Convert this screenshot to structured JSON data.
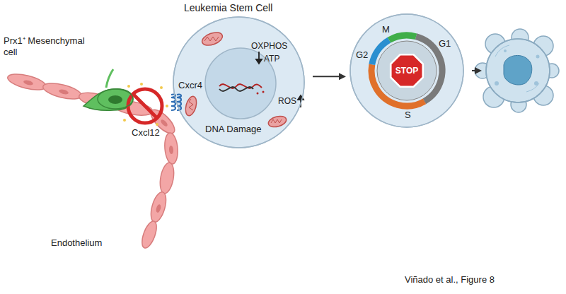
{
  "diagram": {
    "caption": "Viñado et al., Figure 8",
    "nodes": [
      {
        "text": [
          "Prx1⁺ Mesenchymal cell"
        ]
      },
      {
        "text": [
          "Leukemia Stem Cell",
          "OXPHOS",
          "ATP",
          "ROS",
          "DNA Damage"
        ]
      },
      {
        "text": [
          "G2",
          "M",
          "G1",
          "S"
        ]
      },
      {
        "text": [
          "STOP"
        ],
        "in": 2
      },
      {
        "text": []
      }
    ],
    "edges": [
      {
        "from": 1,
        "to": 2,
        "arrow": "to"
      },
      {
        "from": 2,
        "to": 4,
        "arrow": "to"
      }
    ],
    "labels": [
      "Cxcr4",
      "Cxcl12",
      "Endothelium"
    ]
  }
}
